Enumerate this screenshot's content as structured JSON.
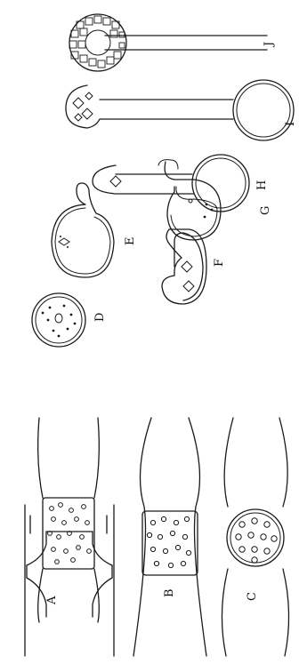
{
  "figure": {
    "labels": {
      "A": "A",
      "B": "B",
      "C": "C",
      "D": "D",
      "E": "E",
      "F": "F",
      "G": "G",
      "H": "H",
      "I": "I",
      "J": "J"
    }
  }
}
